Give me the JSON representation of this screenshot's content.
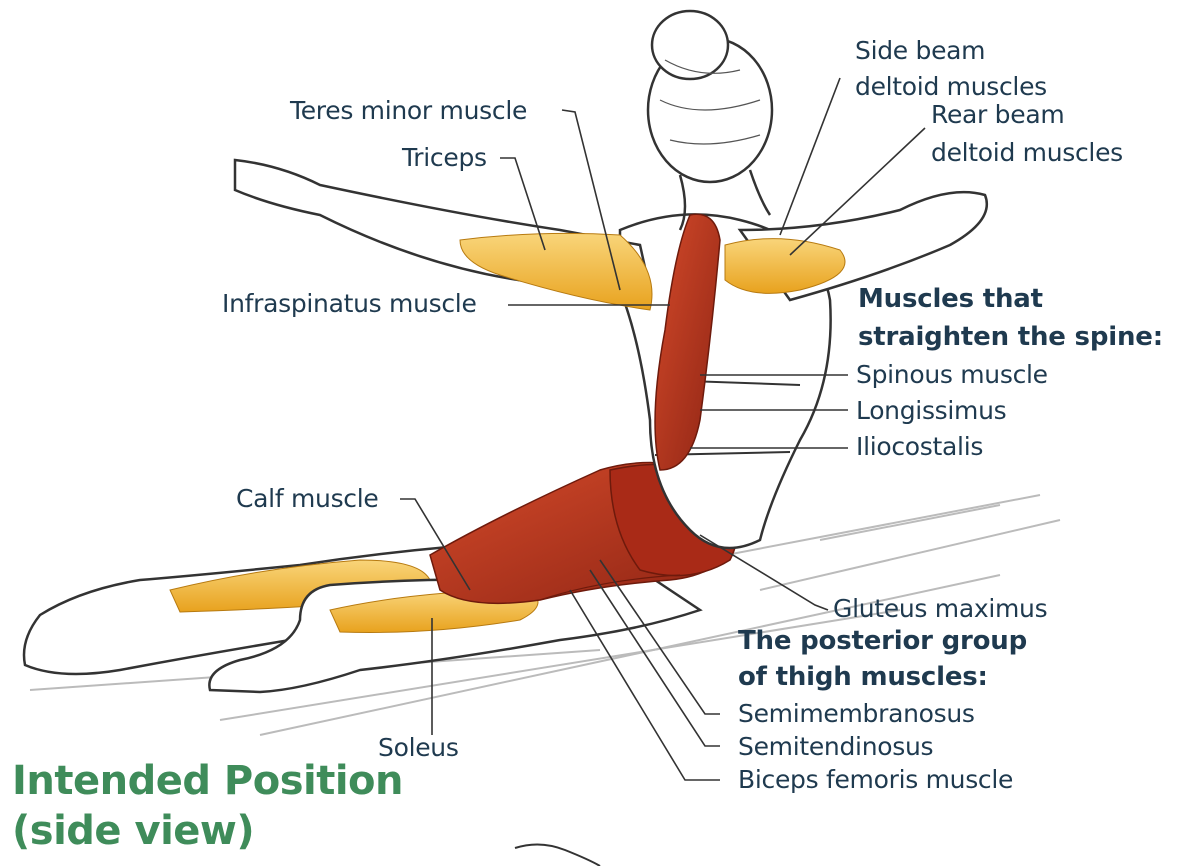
{
  "labels": {
    "side_beam_line1": "Side beam",
    "side_beam_line2": "deltoid muscles",
    "rear_beam_line1": "Rear beam",
    "rear_beam_line2": "deltoid muscles",
    "teres_minor": "Teres minor muscle",
    "triceps": "Triceps",
    "infraspinatus": "Infraspinatus muscle",
    "spine_header_line1": "Muscles that",
    "spine_header_line2": "straighten the spine:",
    "spinous": "Spinous muscle",
    "longissimus": "Longissimus",
    "iliocostalis": "Iliocostalis",
    "calf": "Calf muscle",
    "gluteus": "Gluteus maximus",
    "thigh_header_line1": "The posterior group",
    "thigh_header_line2": "of thigh muscles:",
    "semimembranosus": "Semimembranosus",
    "semitendinosus": "Semitendinosus",
    "biceps_femoris": "Biceps femoris muscle",
    "soleus": "Soleus"
  },
  "title": {
    "line1": "Intended Position",
    "line2": "(side view)"
  },
  "colors": {
    "label_text": "#1f3a4f",
    "title_green": "#3f8c5a",
    "muscle_red": "#b8321f",
    "muscle_orange": "#f2b632",
    "skin_outline": "#333333"
  }
}
